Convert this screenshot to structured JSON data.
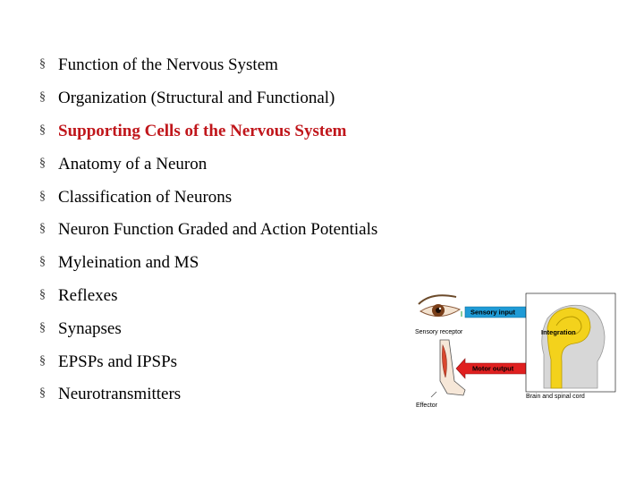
{
  "outline": {
    "items": [
      {
        "label": "Function of the Nervous System",
        "current": false
      },
      {
        "label": "Organization (Structural and Functional)",
        "current": false
      },
      {
        "label": "Supporting Cells of the Nervous System",
        "current": true
      },
      {
        "label": "Anatomy of a Neuron",
        "current": false
      },
      {
        "label": "Classification of Neurons",
        "current": false
      },
      {
        "label": "Neuron Function Graded and Action Potentials",
        "current": false
      },
      {
        "label": "Myleination and MS",
        "current": false
      },
      {
        "label": "Reflexes",
        "current": false
      },
      {
        "label": "Synapses",
        "current": false
      },
      {
        "label": "EPSPs and IPSPs",
        "current": false
      },
      {
        "label": "Neurotransmitters",
        "current": false
      }
    ],
    "bullet_glyph": "§",
    "current_color": "#c0161b"
  },
  "diagram": {
    "sensory_input": "Sensory input",
    "sensory_receptor": "Sensory receptor",
    "integration": "Integration",
    "motor_output": "Motor output",
    "effector": "Effector",
    "brain_spinal_cord": "Brain and spinal cord",
    "colors": {
      "sensory_arrow": "#1f9bd6",
      "motor_arrow": "#e02020",
      "integration_bg": "#f3d21c",
      "outline_line": "#1a9e3a"
    }
  }
}
